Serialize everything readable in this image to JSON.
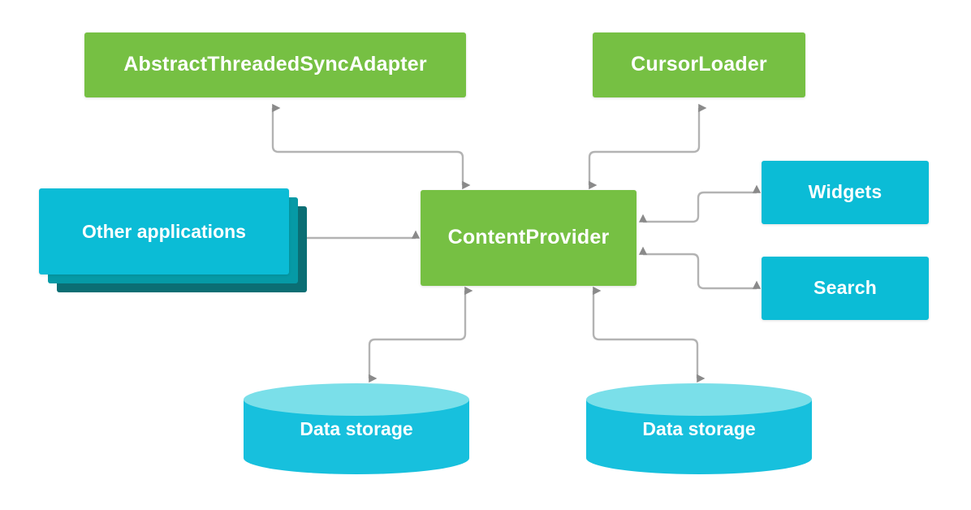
{
  "diagram": {
    "title": "Android ContentProvider architecture",
    "type": "block-diagram",
    "background": "#ffffff",
    "colors": {
      "green": "#76c043",
      "cyan": "#0bbcd6",
      "cyan_light": "#7adfe9",
      "cyan_cylinder": "#17c0dd",
      "teal_mid": "#069aa6",
      "teal_dark": "#0b6e74",
      "connector": "#b3b3b3",
      "arrowhead": "#8a8a8a",
      "label": "#ffffff"
    },
    "nodes": [
      {
        "id": "sync_adapter",
        "label": "AbstractThreadedSyncAdapter",
        "shape": "rect",
        "color": "green"
      },
      {
        "id": "cursor_loader",
        "label": "CursorLoader",
        "shape": "rect",
        "color": "green"
      },
      {
        "id": "content_provider",
        "label": "ContentProvider",
        "shape": "rect",
        "color": "green"
      },
      {
        "id": "other_apps",
        "label": "Other applications",
        "shape": "stacked-rect",
        "color": "cyan"
      },
      {
        "id": "widgets",
        "label": "Widgets",
        "shape": "rect",
        "color": "cyan"
      },
      {
        "id": "search",
        "label": "Search",
        "shape": "rect",
        "color": "cyan"
      },
      {
        "id": "data_storage_left",
        "label": "Data storage",
        "shape": "cylinder",
        "color": "cyan"
      },
      {
        "id": "data_storage_right",
        "label": "Data storage",
        "shape": "cylinder",
        "color": "cyan"
      }
    ],
    "edges": [
      {
        "from": "sync_adapter",
        "to": "content_provider",
        "direction": "both",
        "routing": "orthogonal"
      },
      {
        "from": "cursor_loader",
        "to": "content_provider",
        "direction": "both",
        "routing": "orthogonal"
      },
      {
        "from": "other_apps",
        "to": "content_provider",
        "direction": "both",
        "routing": "straight"
      },
      {
        "from": "widgets",
        "to": "content_provider",
        "direction": "both",
        "routing": "orthogonal"
      },
      {
        "from": "search",
        "to": "content_provider",
        "direction": "both",
        "routing": "orthogonal"
      },
      {
        "from": "content_provider",
        "to": "data_storage_left",
        "direction": "both",
        "routing": "orthogonal"
      },
      {
        "from": "content_provider",
        "to": "data_storage_right",
        "direction": "both",
        "routing": "orthogonal"
      }
    ]
  }
}
